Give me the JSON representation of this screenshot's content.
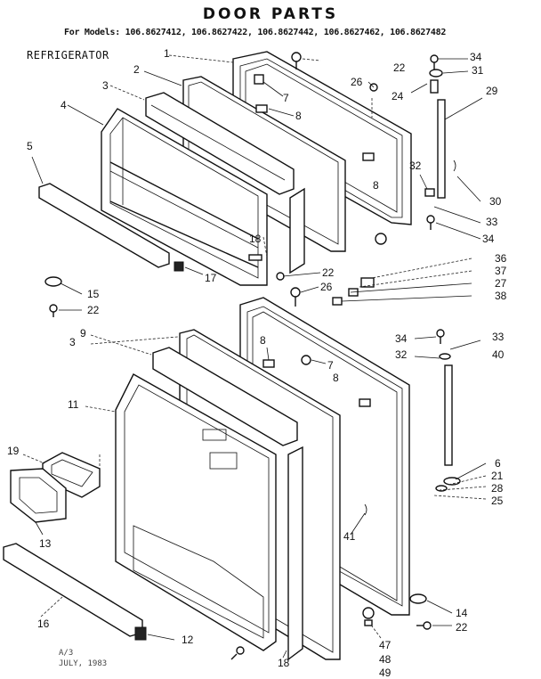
{
  "header": {
    "title": "DOOR PARTS",
    "models": "For Models: 106.8627412, 106.8627422, 106.8627442, 106.8627462, 106.8627482",
    "section": "REFRIGERATOR"
  },
  "footnote": {
    "line1": "A/3",
    "line2": "JULY, 1983"
  },
  "callouts": {
    "c1": "1",
    "c2": "2",
    "c3": "3",
    "c4": "4",
    "c5": "5",
    "c7a": "7",
    "c8a": "8",
    "c8b": "8",
    "c26a": "26",
    "c22a": "22",
    "c34a": "34",
    "c31": "31",
    "c24": "24",
    "c29": "29",
    "c32a": "32",
    "c30": "30",
    "c33a": "33",
    "c34b": "34",
    "c18a": "18",
    "c17": "17",
    "c22b": "22",
    "c26b": "26",
    "c15": "15",
    "c22c": "22",
    "c36": "36",
    "c37": "37",
    "c27": "27",
    "c38": "38",
    "c9": "9",
    "c3b": "3",
    "c8c": "8",
    "c7b": "7",
    "c8d": "8",
    "c34c": "34",
    "c33b": "33",
    "c32b": "32",
    "c40": "40",
    "c11": "11",
    "c19": "19",
    "c13": "13",
    "c6": "6",
    "c21": "21",
    "c28": "28",
    "c25": "25",
    "c41": "41",
    "c16": "16",
    "c12": "12",
    "c18b": "18",
    "c14": "14",
    "c22d": "22",
    "c47": "47",
    "c48": "48",
    "c49": "49"
  }
}
